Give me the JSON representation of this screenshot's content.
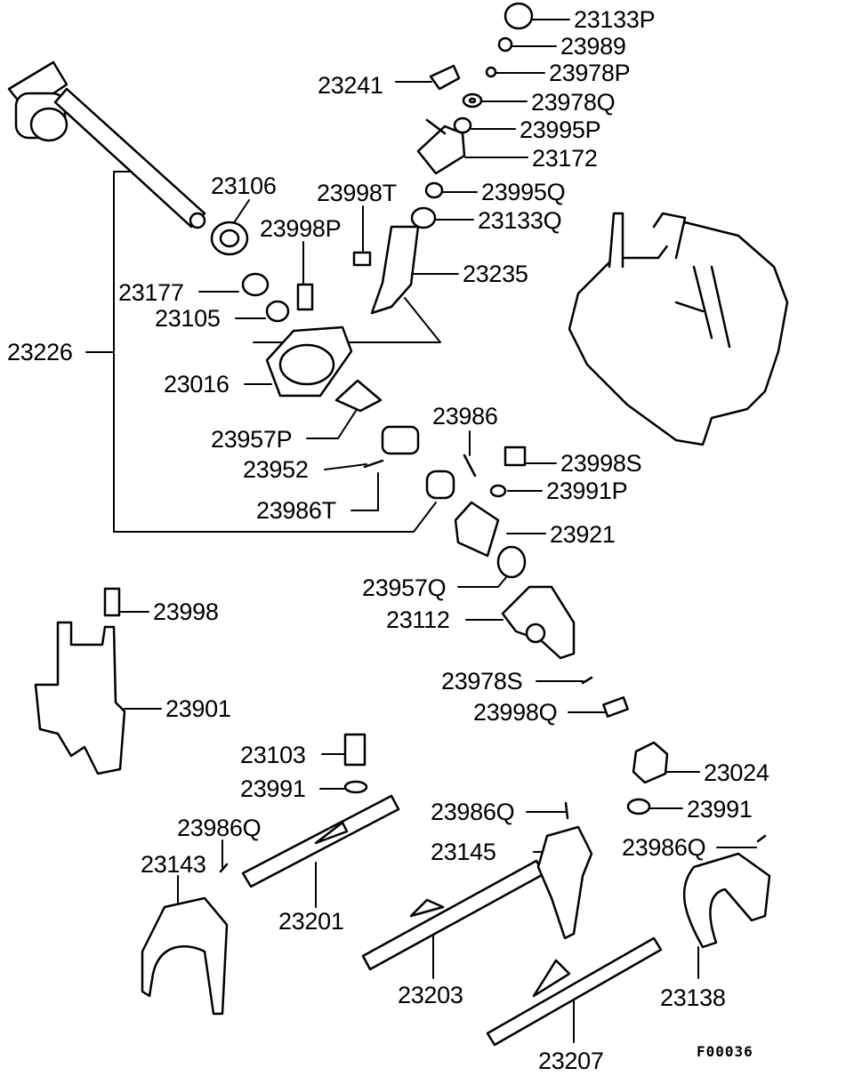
{
  "diagram": {
    "type": "exploded-parts-diagram",
    "labels": [
      "23133P",
      "23989",
      "23978P",
      "23241",
      "23978Q",
      "23995P",
      "23172",
      "23106",
      "23998T",
      "23995Q",
      "23133Q",
      "23998P",
      "23235",
      "23177",
      "23105",
      "23226",
      "23016",
      "23986",
      "23957P",
      "23998S",
      "23952",
      "23991P",
      "23986T",
      "23921",
      "23957Q",
      "23998",
      "23112",
      "23978S",
      "23901",
      "23998Q",
      "23103",
      "23024",
      "23991",
      "23991",
      "23986Q",
      "23986Q",
      "23986Q",
      "23145",
      "23143",
      "23201",
      "23203",
      "23138",
      "23207"
    ],
    "figure_code": "F00036"
  }
}
